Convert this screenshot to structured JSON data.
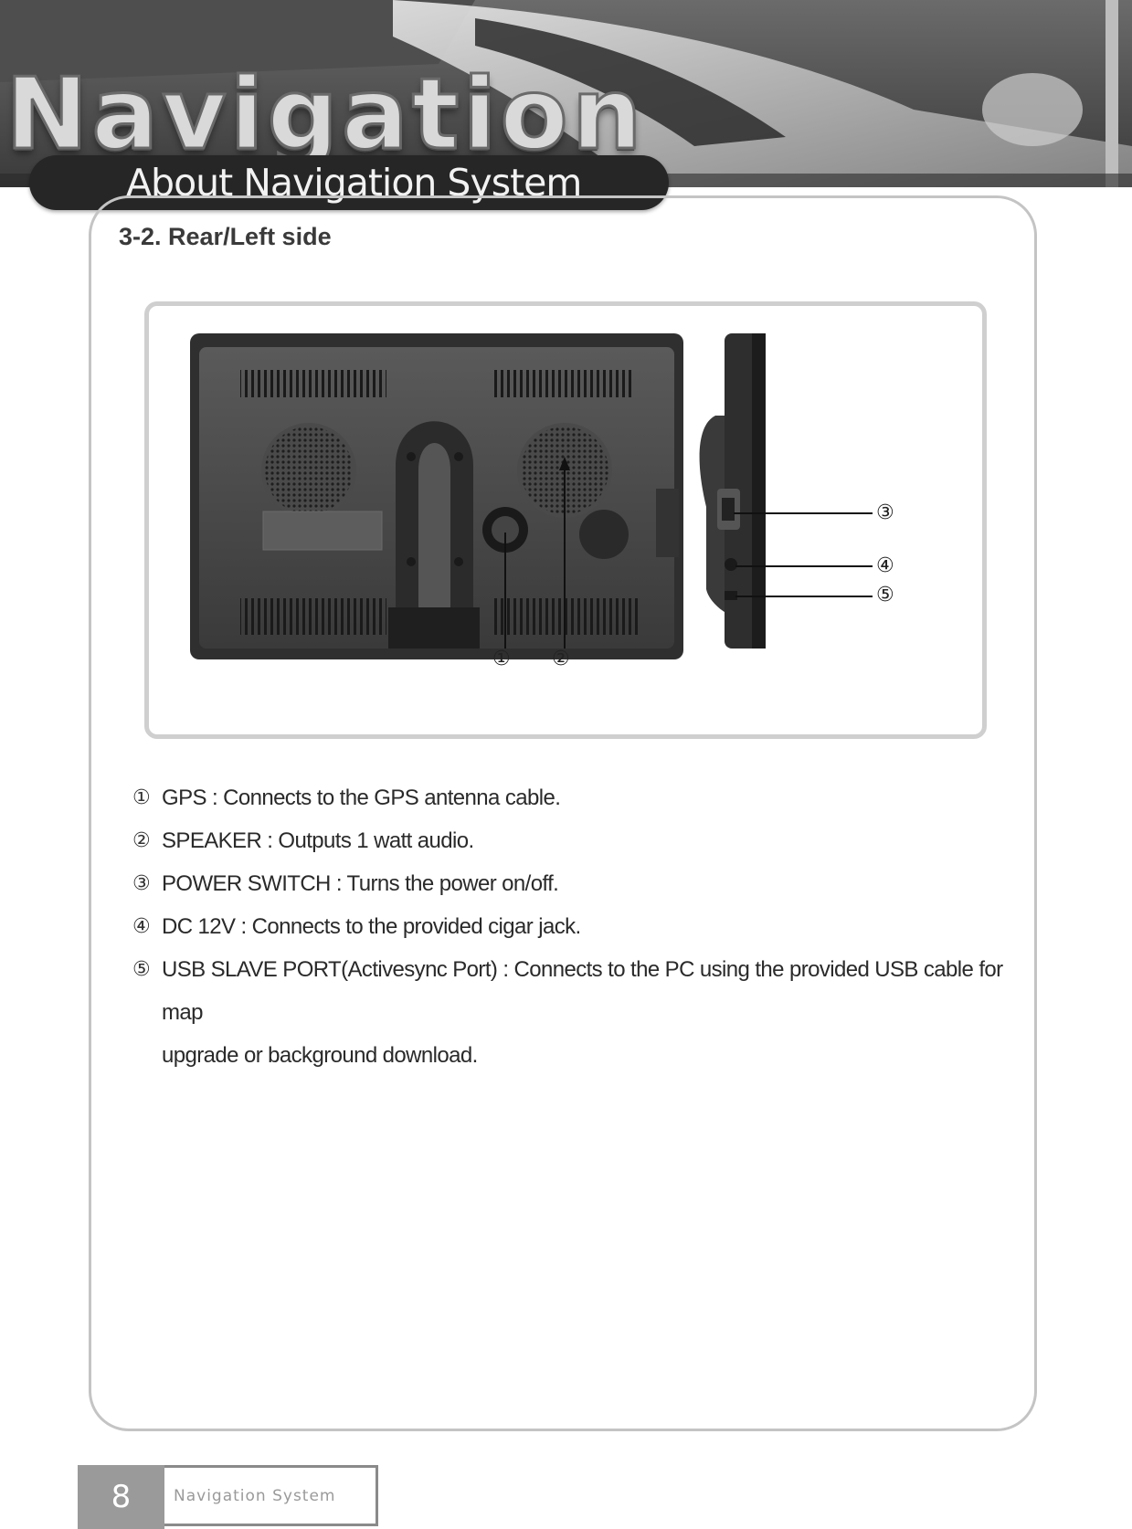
{
  "header": {
    "brand_word": "Navigation",
    "section_title": "About Navigation System"
  },
  "content": {
    "heading": "3-2. Rear/Left side"
  },
  "figure": {
    "callouts": [
      "①",
      "②",
      "③",
      "④",
      "⑤"
    ]
  },
  "items": [
    {
      "num": "①",
      "text": "GPS : Connects to the GPS antenna cable."
    },
    {
      "num": "②",
      "text": "SPEAKER : Outputs 1 watt audio."
    },
    {
      "num": "③",
      "text": "POWER SWITCH : Turns the power on/off."
    },
    {
      "num": "④",
      "text": "DC 12V : Connects to the provided cigar jack."
    },
    {
      "num": "⑤",
      "text": "USB SLAVE PORT(Activesync Port) : Connects to the PC using the provided USB cable for map",
      "continuation": "upgrade or background download."
    }
  ],
  "footer": {
    "page_number": "8",
    "label": "Navigation System"
  }
}
